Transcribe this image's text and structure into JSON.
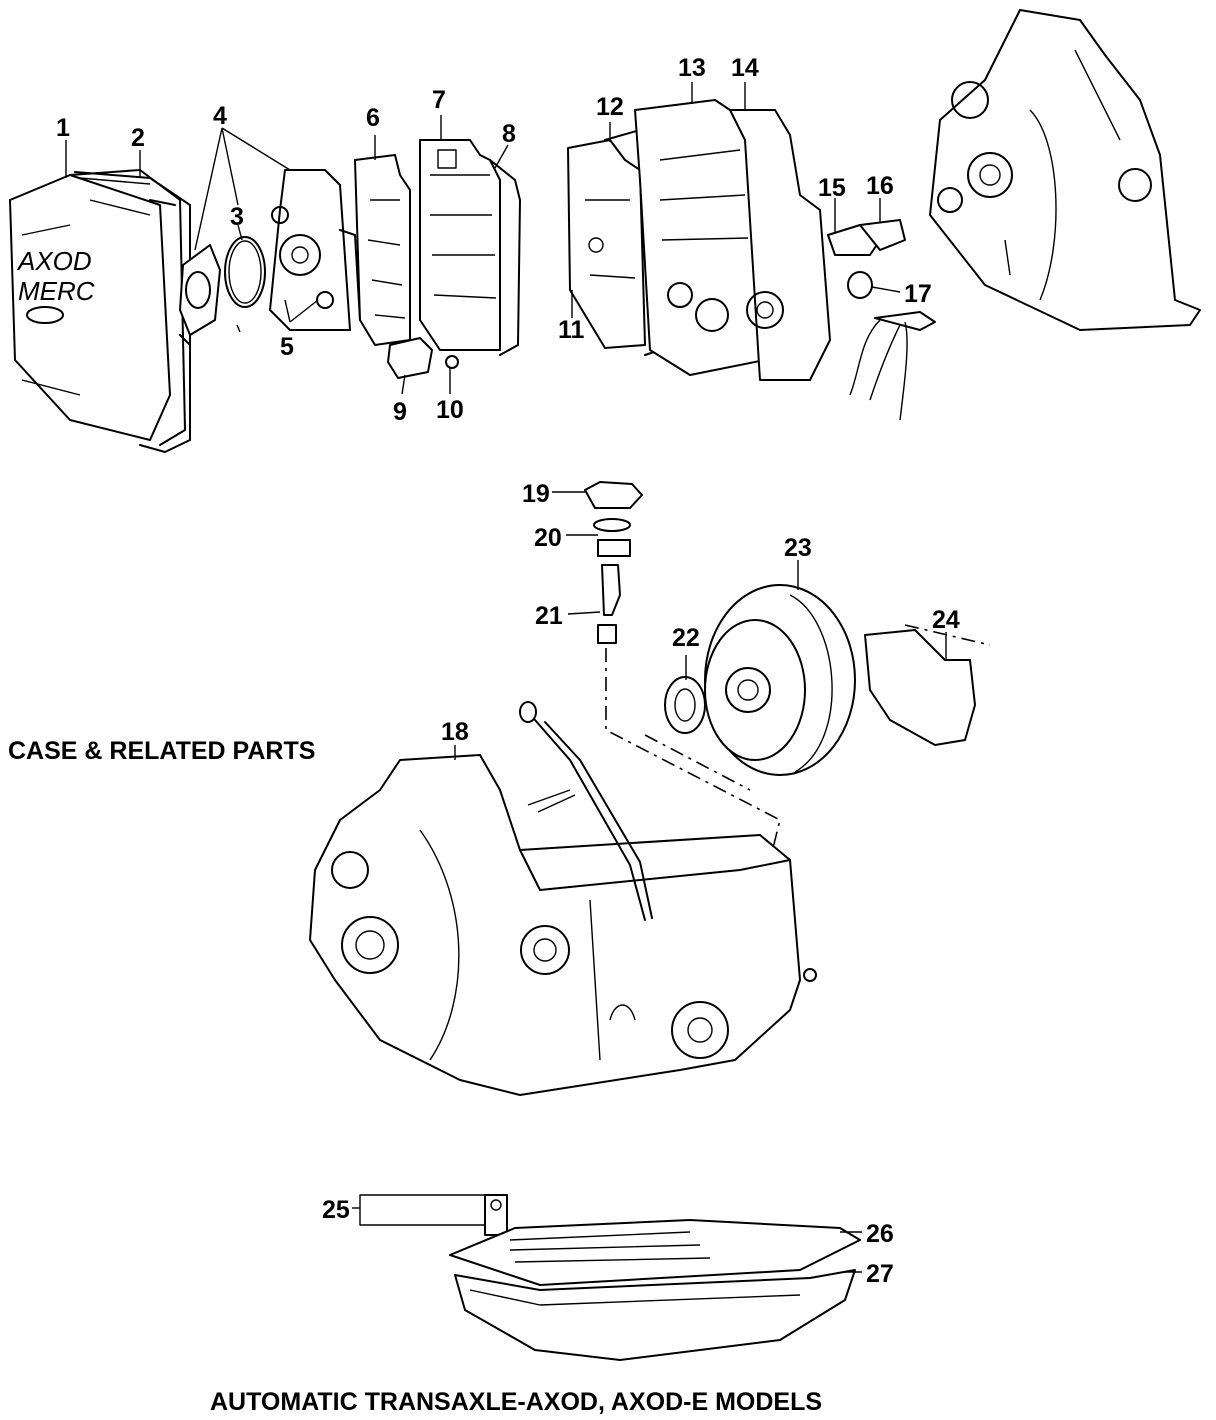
{
  "captions": {
    "case_related": "CASE & RELATED PARTS",
    "models": "AUTOMATIC TRANSAXLE-AXOD, AXOD-E MODELS"
  },
  "pan_text": {
    "line1": "AXOD",
    "line2": "MERC"
  },
  "callouts": [
    "1",
    "2",
    "3",
    "4",
    "5",
    "6",
    "7",
    "8",
    "9",
    "10",
    "11",
    "12",
    "13",
    "14",
    "15",
    "16",
    "17",
    "18",
    "19",
    "20",
    "21",
    "22",
    "23",
    "24",
    "25",
    "26",
    "27"
  ]
}
